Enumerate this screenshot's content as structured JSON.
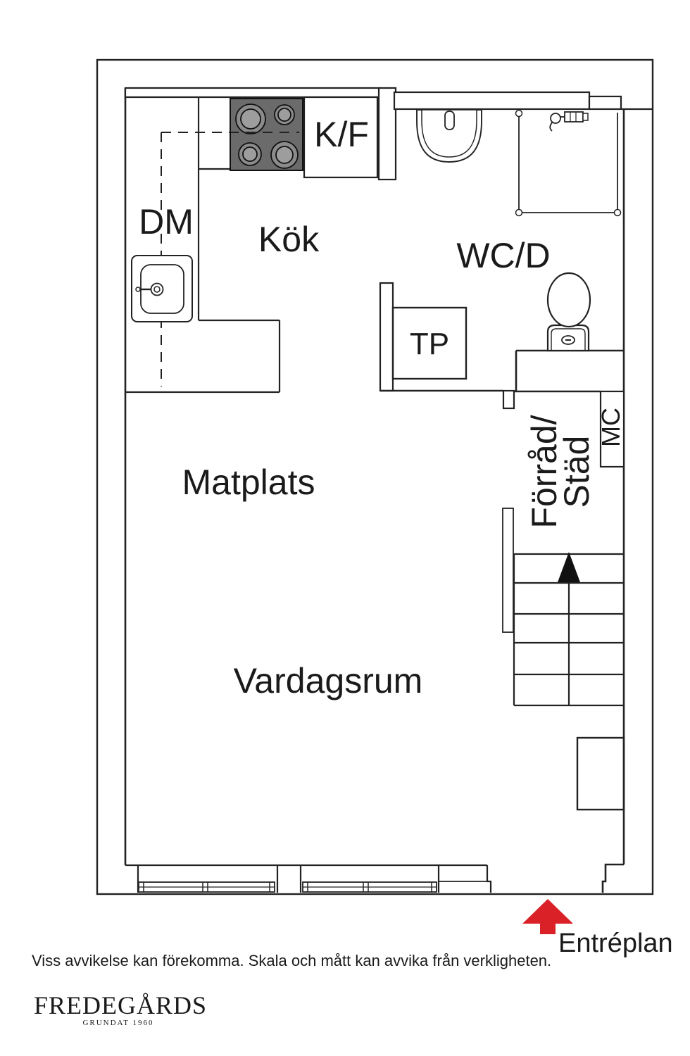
{
  "plan": {
    "labels": {
      "kitchen": "Kök",
      "kf": "K/F",
      "dm": "DM",
      "dining": "Matplats",
      "living": "Vardagsrum",
      "wc": "WC/D",
      "tp": "TP",
      "storage_line1": "Förråd/",
      "storage_line2": "Städ",
      "mc": "MC",
      "entry": "Entréplan"
    }
  },
  "footer": {
    "disclaimer": "Viss avvikelse kan förekomma. Skala och mått kan avvika från verkligheten.",
    "brand": "FREDEGÅRDS",
    "brand_sub": "GRUNDAT 1960"
  },
  "colors": {
    "line": "#222222",
    "stove_fill": "#6b6b6b",
    "burner_outer": "#8b8b8b",
    "burner_inner": "#9d9d9d",
    "arrow_red": "#da2128",
    "brand_red": "#9c2933",
    "text_color": "#1a1a1a"
  }
}
